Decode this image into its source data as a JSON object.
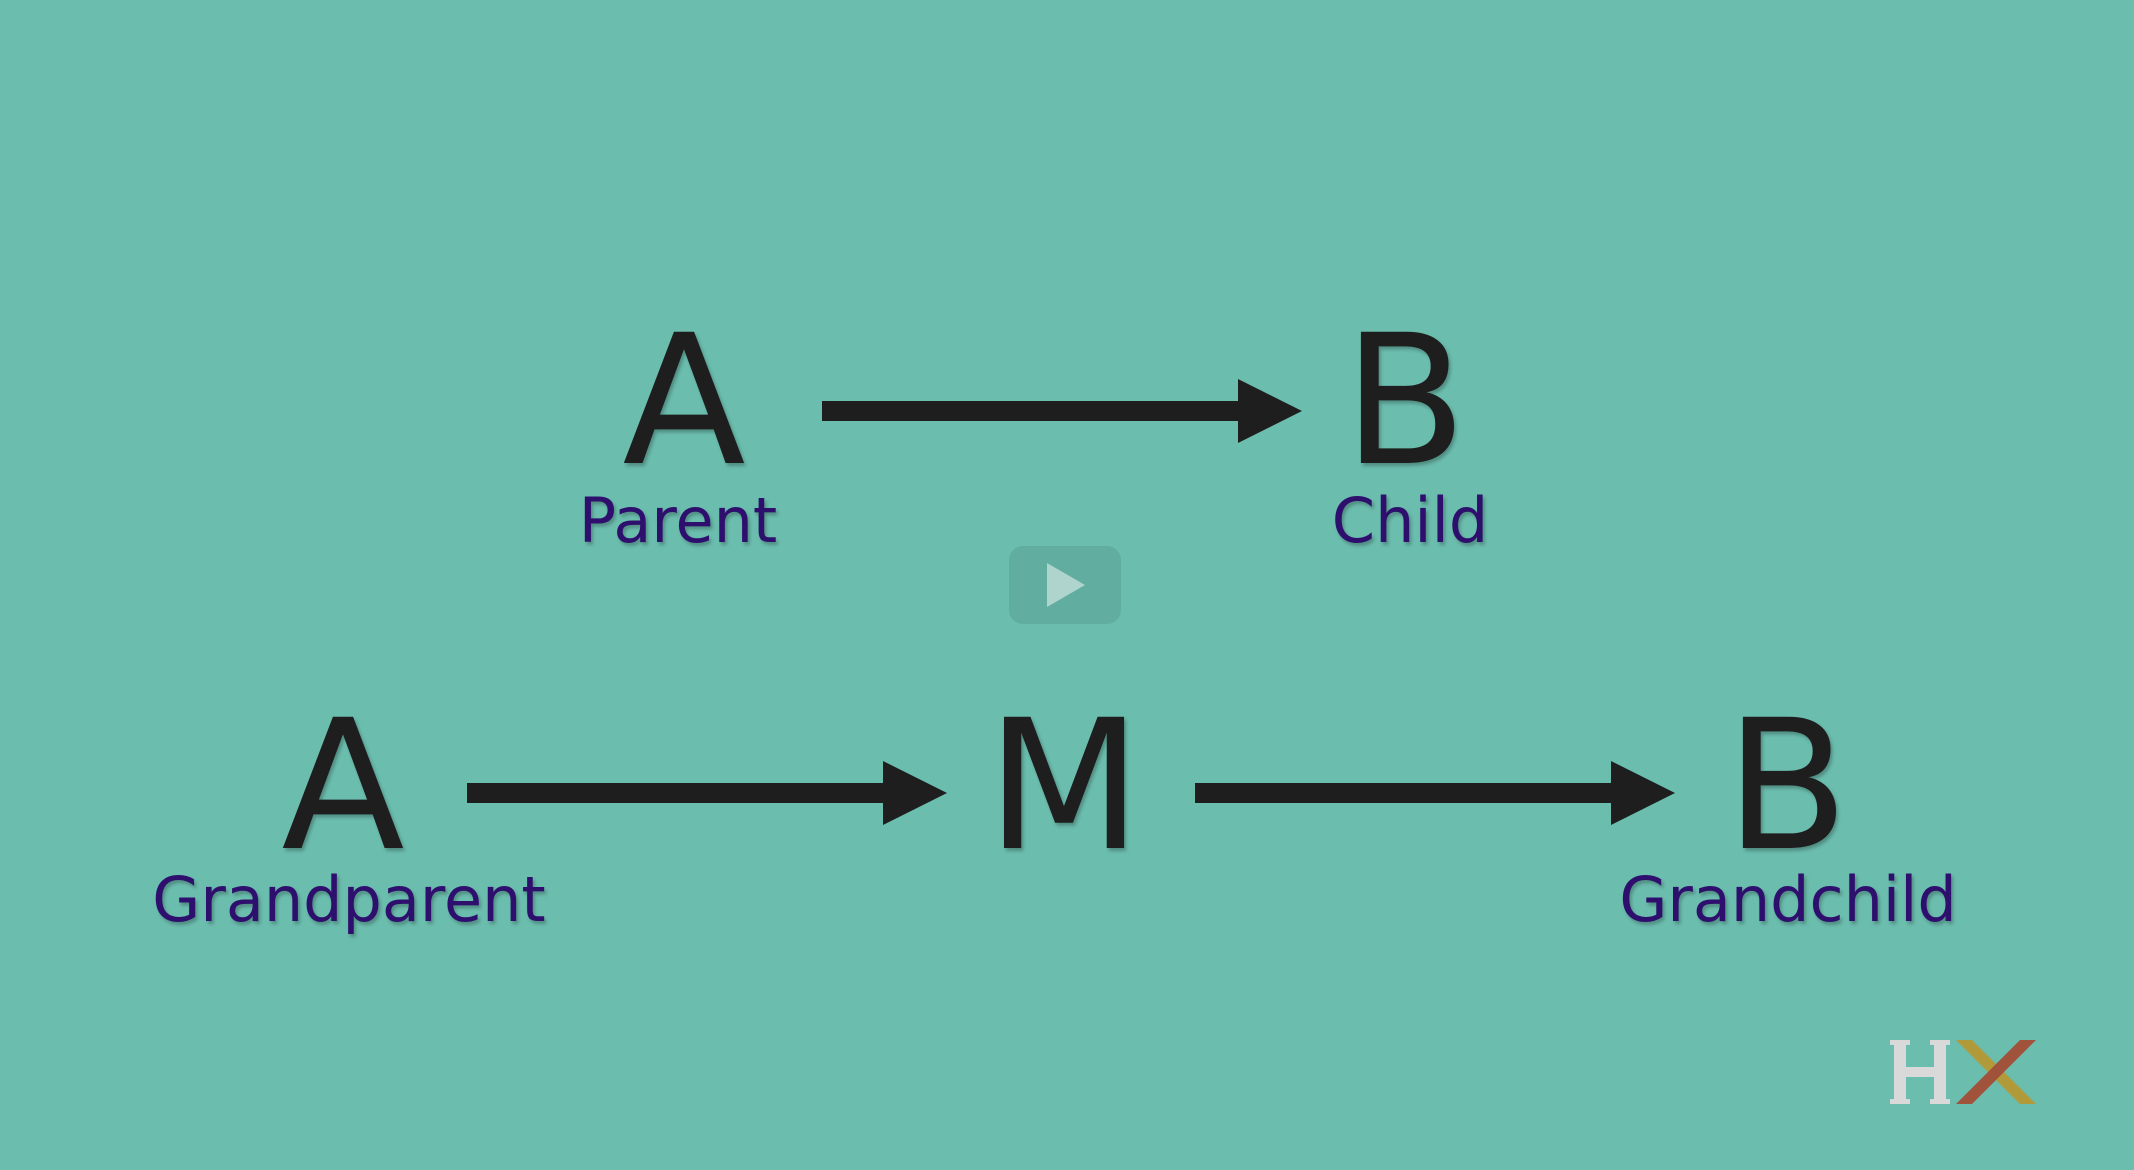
{
  "diagram": {
    "top_row": {
      "parent_letter": "A",
      "parent_label": "Parent",
      "child_letter": "B",
      "child_label": "Child"
    },
    "bottom_row": {
      "grandparent_letter": "A",
      "grandparent_label": "Grandparent",
      "middle_letter": "M",
      "grandchild_letter": "B",
      "grandchild_label": "Grandchild"
    }
  },
  "player": {
    "play_icon": "play-icon"
  },
  "logo": {
    "icon": "hx-logo"
  },
  "colors": {
    "background": "#6bbdae",
    "letters": "#1e1e1e",
    "labels": "#2e0f6e",
    "arrows": "#1e1e1e",
    "logo_h": "#d9d9d9",
    "logo_x_left": "#a0523a",
    "logo_x_right": "#b19a3a"
  }
}
